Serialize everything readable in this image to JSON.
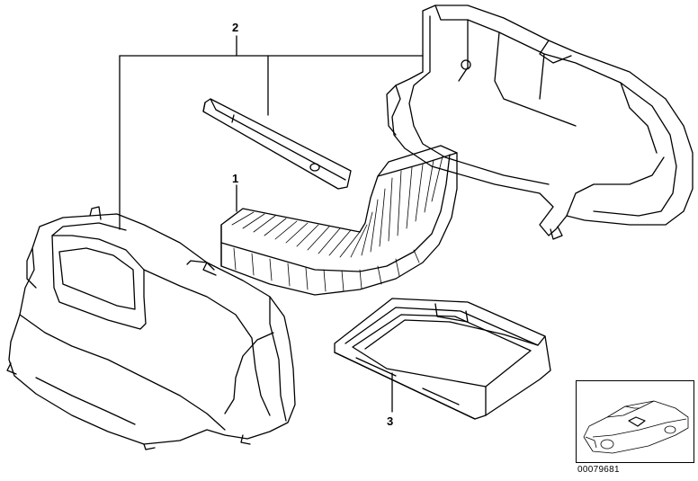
{
  "diagram": {
    "callouts": [
      {
        "id": "1",
        "label": "1"
      },
      {
        "id": "2",
        "label": "2"
      },
      {
        "id": "3",
        "label": "3"
      }
    ],
    "parts": [
      {
        "ref": "2",
        "name": "upper-housing-part"
      },
      {
        "ref": "2",
        "name": "seal-strip-part"
      },
      {
        "ref": "2",
        "name": "lower-housing-part"
      },
      {
        "ref": "1",
        "name": "filter-element-part"
      },
      {
        "ref": "3",
        "name": "filter-frame-part"
      }
    ],
    "reference_code": "00079681",
    "colors": {
      "line": "#000000",
      "background": "#ffffff"
    }
  }
}
